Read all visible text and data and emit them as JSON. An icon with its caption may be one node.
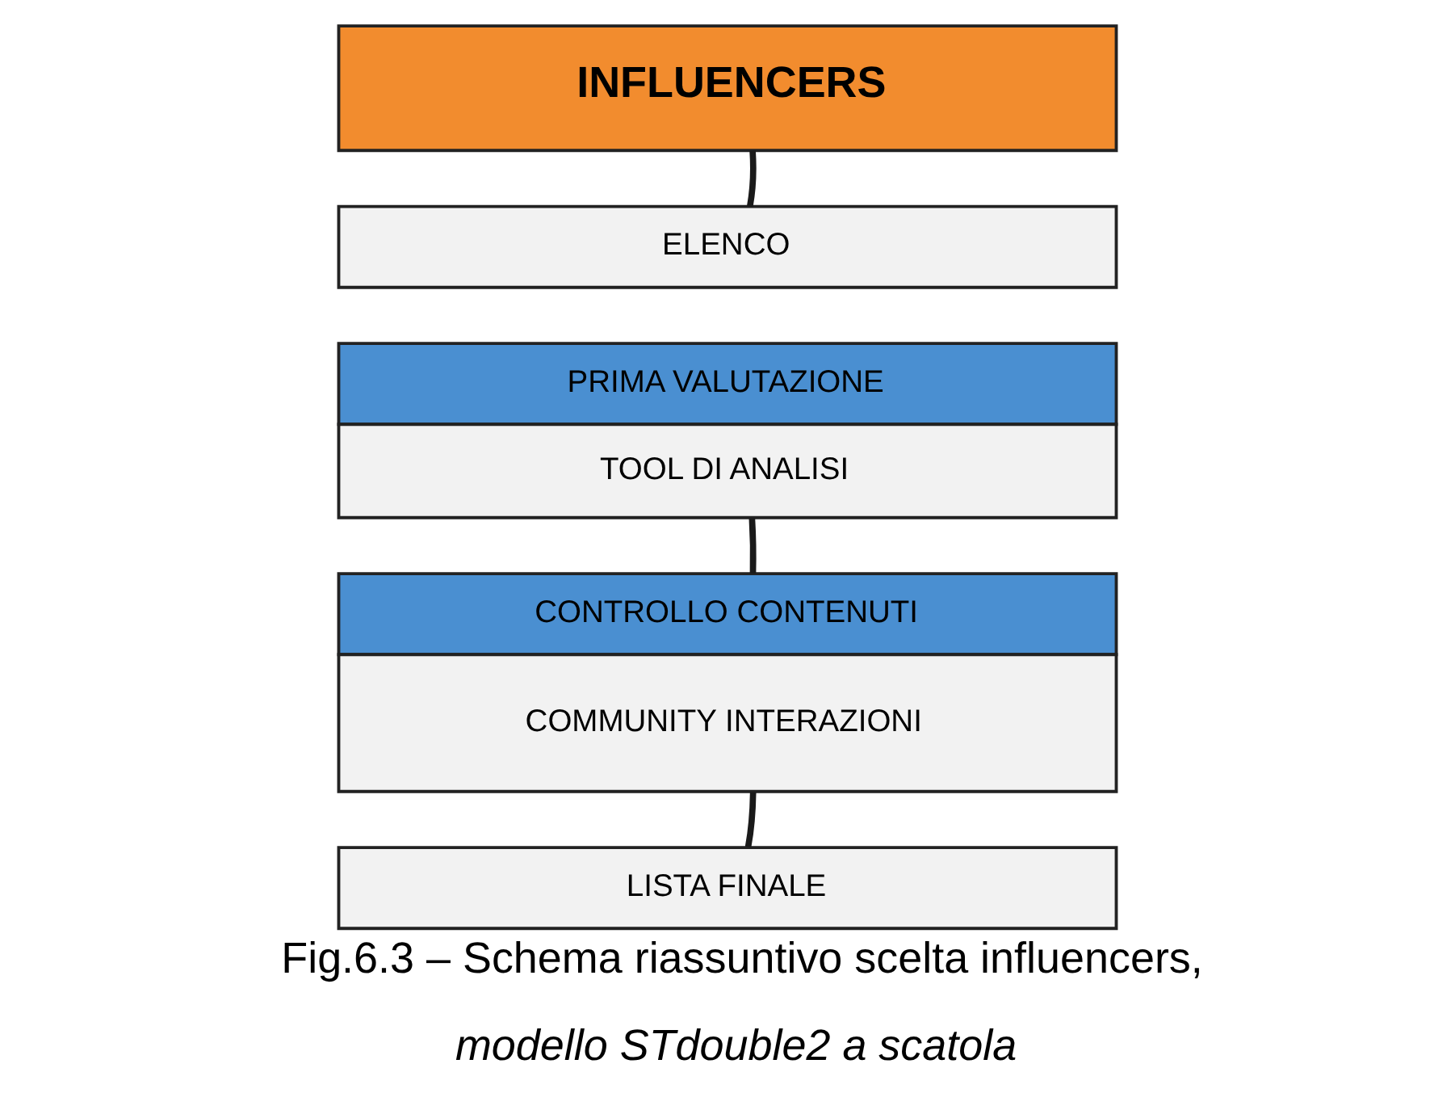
{
  "diagram": {
    "caption": "Fig.6.3 – Schema riassuntivo scelta influencers,",
    "nodes": [
      {
        "text": [
          "INFLUENCERS"
        ]
      },
      {
        "text": [
          "ELENCO"
        ]
      },
      {
        "text": [
          "PRIMA VALUTAZIONE",
          "TOOL DI ANALISI"
        ]
      },
      {
        "text": [
          "CONTROLLO CONTENUTI",
          "COMMUNITY INTERAZIONI"
        ]
      },
      {
        "text": [
          "LISTA FINALE"
        ]
      }
    ],
    "edges": [
      {
        "from": 0,
        "to": 1,
        "arrow": "none"
      },
      {
        "from": 2,
        "to": 3,
        "arrow": "none"
      },
      {
        "from": 3,
        "to": 4,
        "arrow": "none"
      }
    ],
    "labels": [
      "modello STdouble2 a scatola"
    ]
  }
}
